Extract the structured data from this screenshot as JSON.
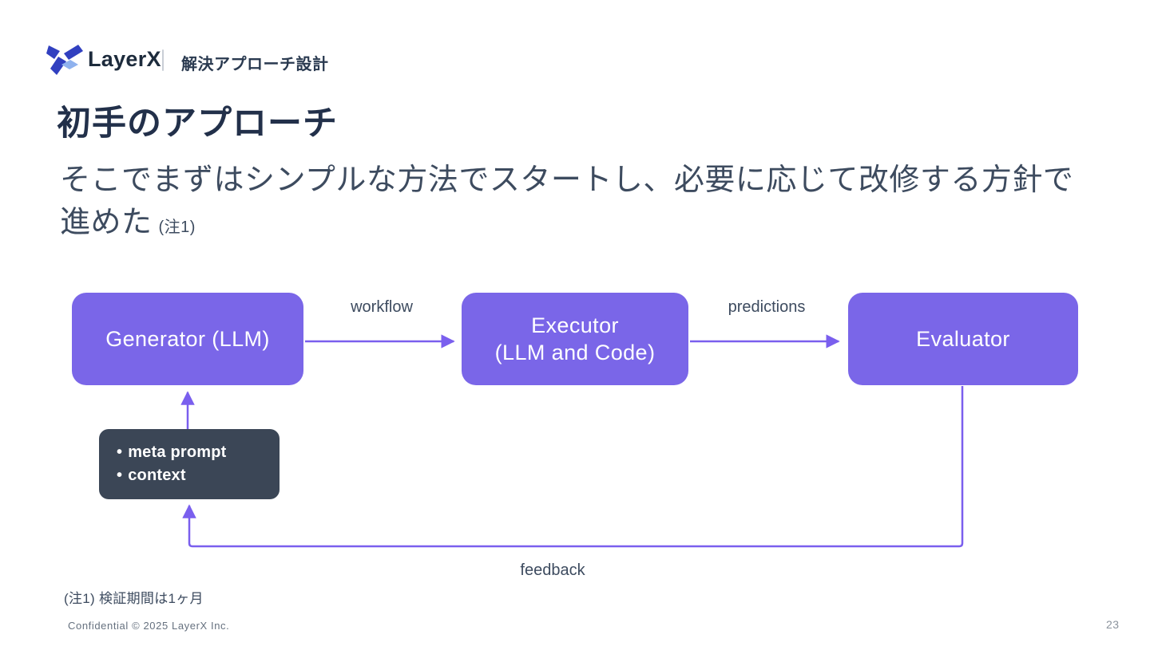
{
  "header": {
    "brand": "LayerX",
    "section_title": "解決アプローチ設計"
  },
  "slide": {
    "title": "初手のアプローチ",
    "body_line1": "そこでまずはシンプルな方法でスタートし、必要に応じて改修する方針で",
    "body_line2": "進めた",
    "body_note_ref": "(注1)"
  },
  "diagram": {
    "nodes": {
      "generator": {
        "label": "Generator (LLM)"
      },
      "executor": {
        "label_line1": "Executor",
        "label_line2": "(LLM and Code)"
      },
      "evaluator": {
        "label": "Evaluator"
      }
    },
    "edges": {
      "workflow": "workflow",
      "predictions": "predictions",
      "feedback": "feedback"
    },
    "inputs_box": {
      "bullet": "•",
      "items": [
        "meta prompt",
        "context"
      ]
    }
  },
  "footnote": "(注1) 検証期間は1ヶ月",
  "footer": {
    "confidential": "Confidential © 2025 LayerX Inc.",
    "page_number": "23"
  },
  "colors": {
    "accent": "#7a66e8",
    "arrow": "#7a5fee",
    "darkbox": "#3b4656",
    "title": "#22304a",
    "body": "#3d4b5f"
  }
}
